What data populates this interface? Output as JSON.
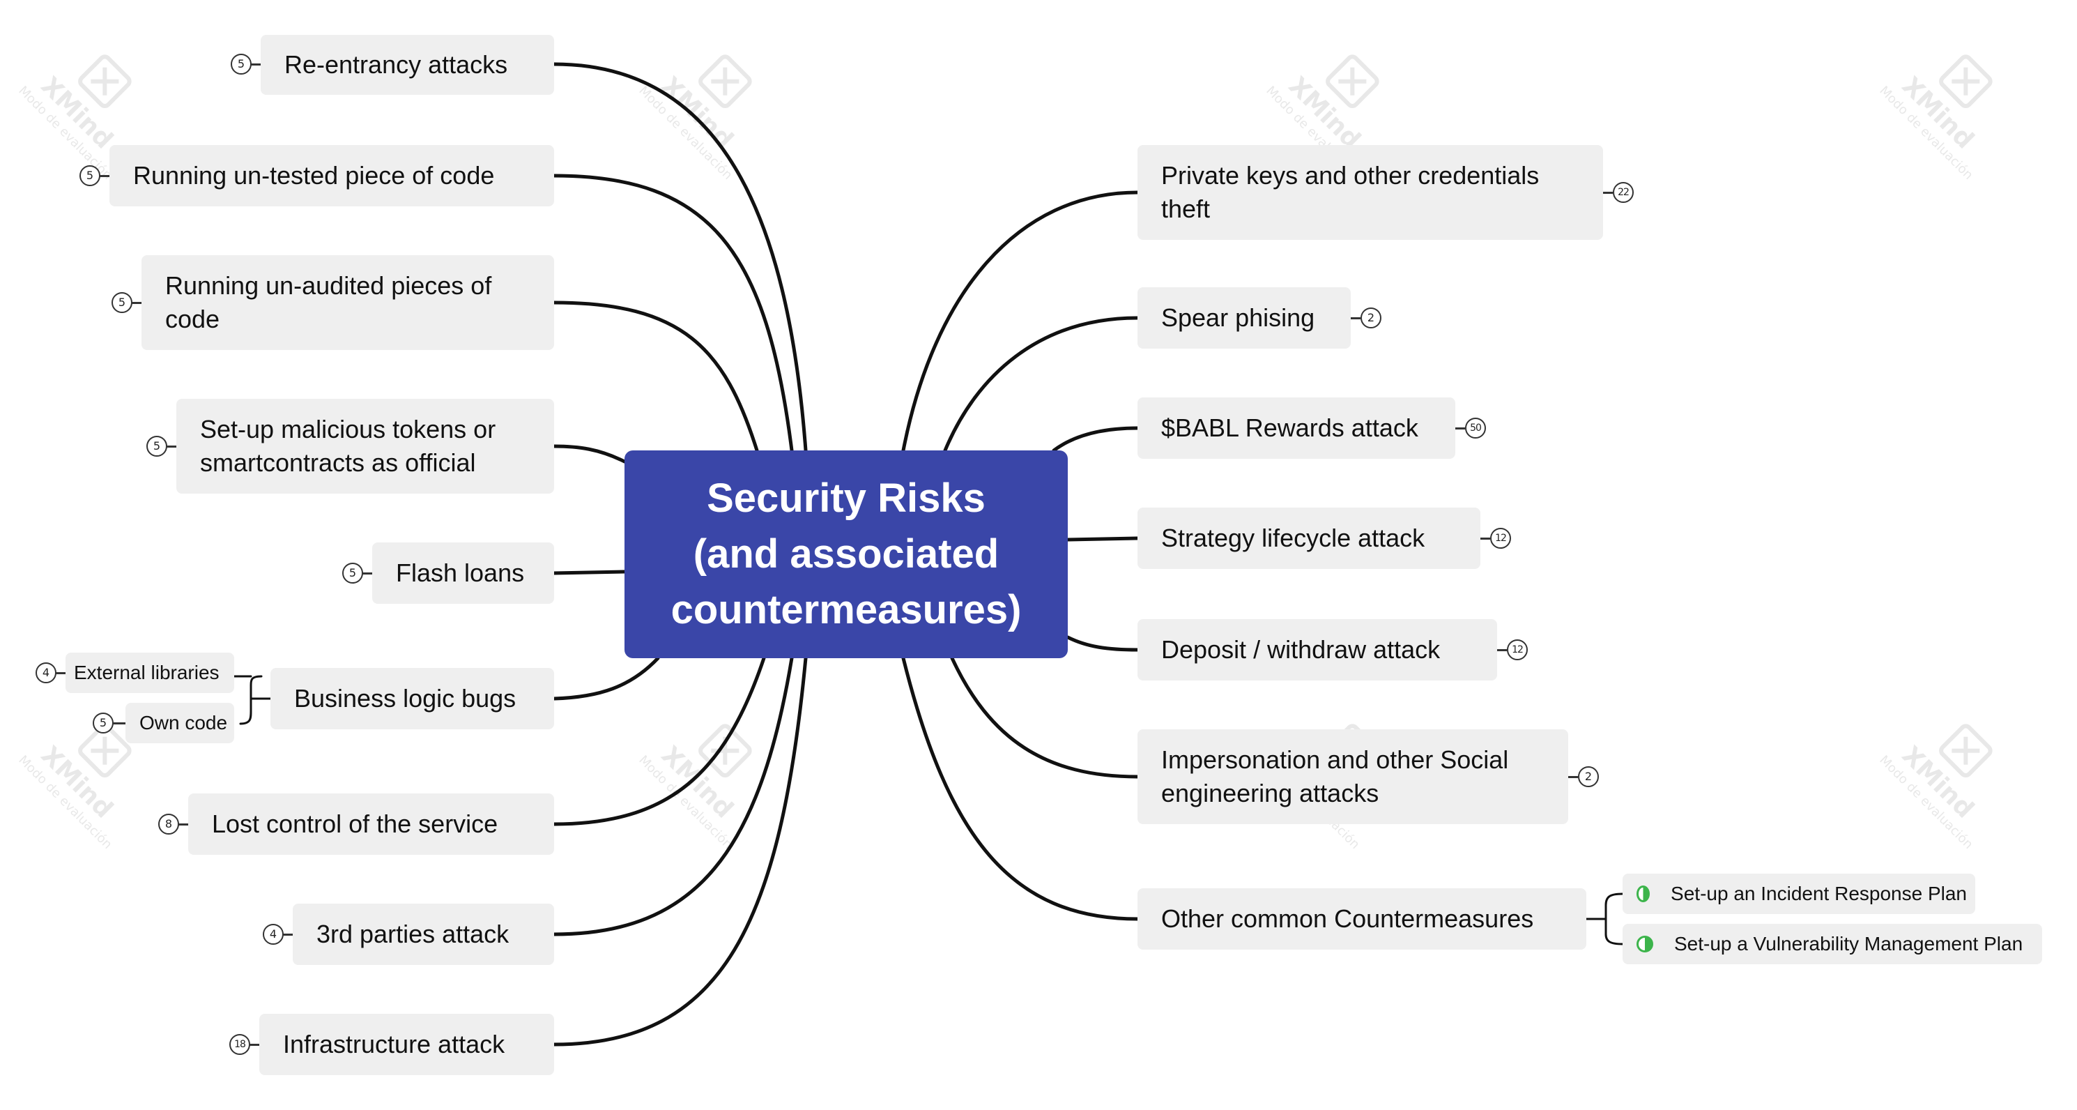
{
  "central": {
    "title": "Security Risks\n(and associated\ncountermeasures)",
    "color": "#3a46a8"
  },
  "left_topics": [
    {
      "label": "Re-entrancy attacks",
      "count": "5"
    },
    {
      "label": "Running un-tested piece of code",
      "count": "5"
    },
    {
      "label": "Running un-audited pieces of\ncode",
      "count": "5"
    },
    {
      "label": "Set-up malicious tokens or\nsmartcontracts as official",
      "count": "5"
    },
    {
      "label": "Flash loans",
      "count": "5"
    },
    {
      "label": "Business logic bugs",
      "count": "",
      "children": [
        {
          "label": "External libraries",
          "count": "4"
        },
        {
          "label": "Own code",
          "count": "5"
        }
      ]
    },
    {
      "label": "Lost control of the service",
      "count": "8"
    },
    {
      "label": "3rd parties attack",
      "count": "4"
    },
    {
      "label": "Infrastructure attack",
      "count": "18"
    }
  ],
  "right_topics": [
    {
      "label": "Private keys and other credentials\ntheft",
      "count": "22"
    },
    {
      "label": "Spear phising",
      "count": "2"
    },
    {
      "label": "$BABL Rewards attack",
      "count": "50"
    },
    {
      "label": "Strategy lifecycle attack",
      "count": "12"
    },
    {
      "label": "Deposit / withdraw attack",
      "count": "12"
    },
    {
      "label": "Impersonation and other Social\nengineering attacks",
      "count": "2"
    },
    {
      "label": "Other common Countermeasures",
      "count": "",
      "children": [
        {
          "label": "Set-up an Incident Response Plan",
          "icon": "half-progress-icon"
        },
        {
          "label": "Set-up a Vulnerability Management Plan",
          "icon": "half-progress-icon"
        }
      ]
    }
  ],
  "watermark": {
    "brand": "XMind",
    "note": "Modo de evaluación",
    "icon": "xmind-logo-icon"
  },
  "colors": {
    "topic_bg": "#efefef",
    "line": "#111111",
    "progress": "#3cb44b"
  }
}
